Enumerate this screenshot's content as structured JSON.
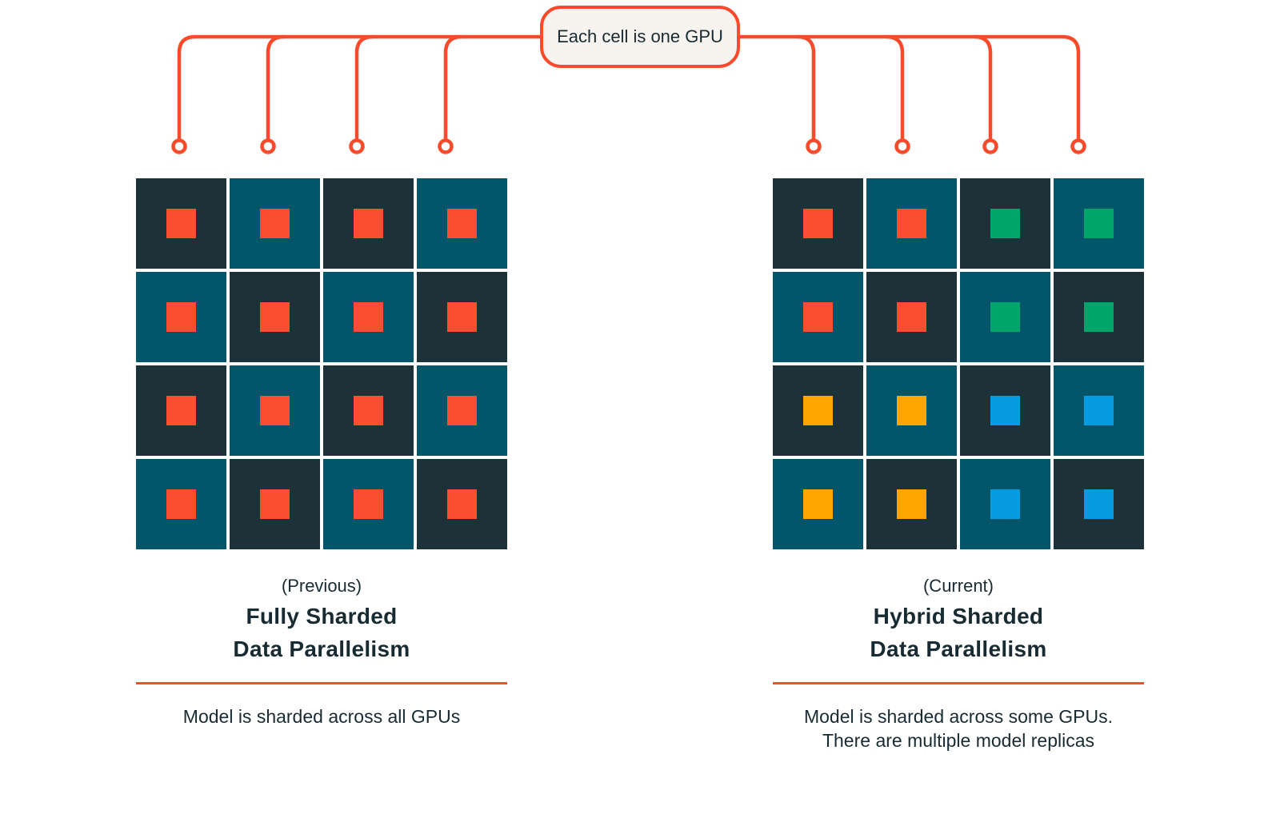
{
  "legend": {
    "label": "Each cell is one GPU"
  },
  "colors": {
    "line": "#F94A2B",
    "text": "#182B33",
    "legend_bg": "#F7F4EF",
    "cell_dark": "#1D3138",
    "cell_teal": "#03556A",
    "chip": {
      "red": "#FB4D32",
      "green": "#00A56B",
      "amber": "#FFA502",
      "blue": "#059CE2"
    }
  },
  "panels": [
    {
      "id": "left",
      "tag": "(Previous)",
      "title_lines": [
        "Fully Sharded",
        "Data Parallelism"
      ],
      "caption_lines": [
        "Model is sharded across all GPUs"
      ],
      "grid_chips": [
        [
          "red",
          "red",
          "red",
          "red"
        ],
        [
          "red",
          "red",
          "red",
          "red"
        ],
        [
          "red",
          "red",
          "red",
          "red"
        ],
        [
          "red",
          "red",
          "red",
          "red"
        ]
      ]
    },
    {
      "id": "right",
      "tag": "(Current)",
      "title_lines": [
        "Hybrid Sharded",
        "Data Parallelism"
      ],
      "caption_lines": [
        "Model is sharded across some GPUs.",
        "There are multiple model replicas"
      ],
      "grid_chips": [
        [
          "red",
          "red",
          "green",
          "green"
        ],
        [
          "red",
          "red",
          "green",
          "green"
        ],
        [
          "amber",
          "amber",
          "blue",
          "blue"
        ],
        [
          "amber",
          "amber",
          "blue",
          "blue"
        ]
      ]
    }
  ]
}
